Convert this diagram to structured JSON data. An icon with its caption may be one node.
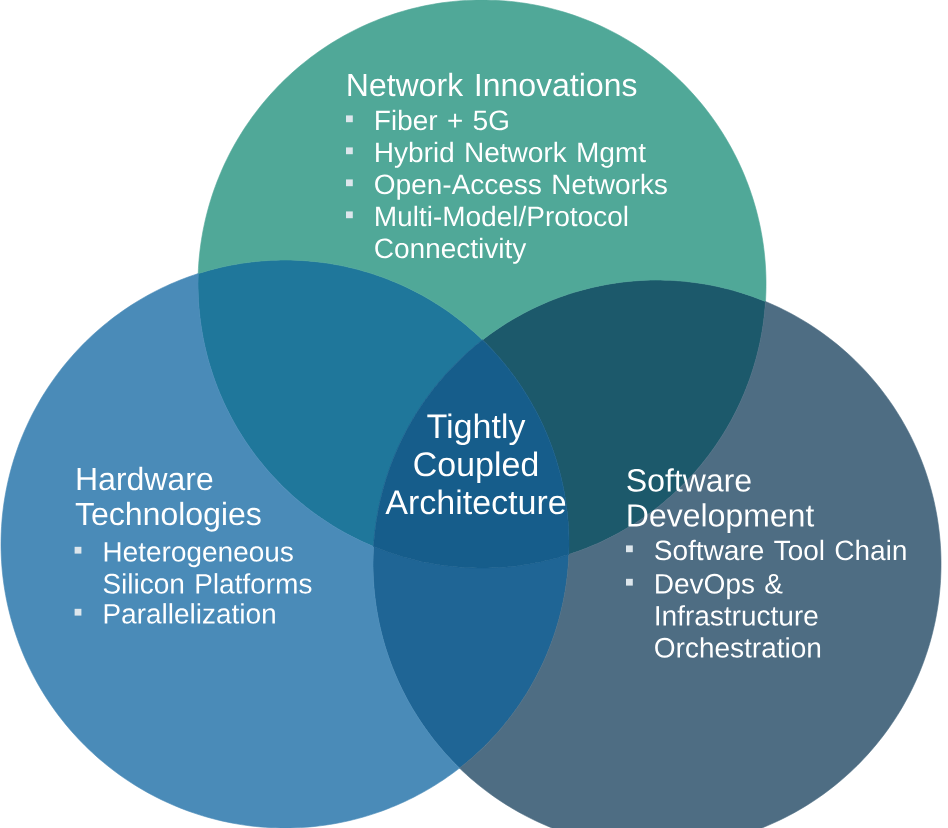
{
  "diagram": {
    "nodes": [
      {
        "text": [
          "Network Innovations",
          "Fiber + 5G",
          "Hybrid Network Mgmt",
          "Open-Access Networks",
          "Multi-Model/Protocol Connectivity"
        ]
      },
      {
        "text": [
          "Hardware Technologies",
          "Heterogeneous Silicon Platforms",
          "Parallelization"
        ]
      },
      {
        "text": [
          "Software Development",
          "Software Tool Chain",
          "DevOps & Infrastructure Orchestration"
        ]
      },
      {
        "text": [
          "Tightly Coupled Architecture"
        ]
      },
      {
        "text": [],
        "shape": "lens"
      },
      {
        "text": [],
        "shape": "lens"
      },
      {
        "text": [],
        "shape": "lens"
      }
    ]
  }
}
